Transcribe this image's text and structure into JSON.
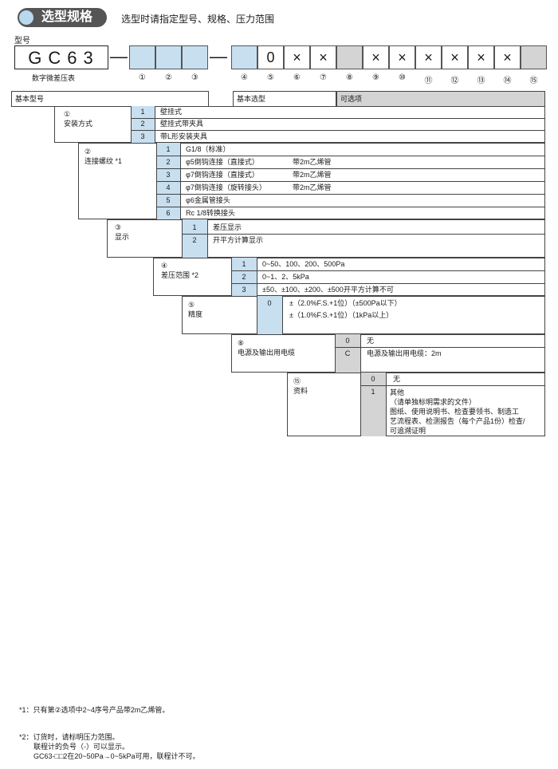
{
  "header": {
    "title": "选型规格",
    "subtitle": "选型时请指定型号、规格、压力范围"
  },
  "model": {
    "label": "型号",
    "base": "GC63",
    "name": "数字微差压表",
    "dash": "—",
    "slot_values": [
      "",
      "",
      "",
      "",
      "0",
      "×",
      "×",
      "",
      "×",
      "×",
      "×",
      "×",
      "×",
      "×",
      ""
    ],
    "slot_numbers": [
      "①",
      "②",
      "③",
      "④",
      "⑤",
      "⑥",
      "⑦",
      "⑧",
      "⑨",
      "⑩",
      "⑪",
      "⑫",
      "⑬",
      "⑭",
      "⑮"
    ]
  },
  "bars": {
    "basic_model": "基本型号",
    "basic_selection": "基本选型",
    "optional": "可选项"
  },
  "sections": [
    {
      "num": "①",
      "title": "安装方式",
      "options": [
        {
          "code": "1",
          "desc": "壁挂式"
        },
        {
          "code": "2",
          "desc": "壁挂式带夹具"
        },
        {
          "code": "3",
          "desc": "带L形安装夹具"
        }
      ]
    },
    {
      "num": "②",
      "title": "连接螺纹 *1",
      "options": [
        {
          "code": "1",
          "desc": "G1/8（标准）"
        },
        {
          "code": "2",
          "desc": "φ5倒钩连接（直接式）",
          "extra": "带2m乙烯管"
        },
        {
          "code": "3",
          "desc": "φ7倒钩连接（直接式）",
          "extra": "带2m乙烯管"
        },
        {
          "code": "4",
          "desc": "φ7倒钩连接（旋转接头）",
          "extra": "带2m乙烯管"
        },
        {
          "code": "5",
          "desc": "φ6金属管接头"
        },
        {
          "code": "6",
          "desc": "Rc 1/8转换接头"
        }
      ]
    },
    {
      "num": "③",
      "title": "显示",
      "options": [
        {
          "code": "1",
          "desc": "差压显示"
        },
        {
          "code": "2",
          "desc": "开平方计算显示"
        }
      ]
    },
    {
      "num": "④",
      "title": "差压范围 *2",
      "options": [
        {
          "code": "1",
          "desc": "0~50、100、200、500Pa"
        },
        {
          "code": "2",
          "desc": "0~1、2、5kPa"
        },
        {
          "code": "3",
          "desc": "±50、±100、±200、±500开平方计算不可"
        }
      ]
    },
    {
      "num": "⑤",
      "title": "精度",
      "options": [
        {
          "code": "0",
          "desc": "±（2.0%F.S.+1位）（±500Pa以下）",
          "desc2": "±（1.0%F.S.+1位）（1kPa以上）"
        }
      ]
    },
    {
      "num": "⑧",
      "title": "电源及输出用电缆",
      "options": [
        {
          "code": "0",
          "desc": "无"
        },
        {
          "code": "C",
          "desc": "电源及输出用电缆：2m"
        }
      ]
    },
    {
      "num": "⑮",
      "title": "资料",
      "options": [
        {
          "code": "0",
          "desc": "无"
        },
        {
          "code": "1",
          "lines": [
            "其他",
            "（请单独标明需求的文件）",
            "图纸、使用说明书、检查要领书、制造工",
            "艺流程表、检测报告（每个产品1份）检查/",
            "可追溯证明"
          ]
        }
      ]
    }
  ],
  "footnotes": {
    "n1": "*1：只有第②选项中2~4序号产品带2m乙烯管。",
    "n2_line1": "*2：订货时，请标明压力范围。",
    "n2_line2": "联程计的负号（-）可以显示。",
    "n2_line3": "GC63-□□2在20~50Pa→0~5kPa可用，联程计不可。"
  }
}
